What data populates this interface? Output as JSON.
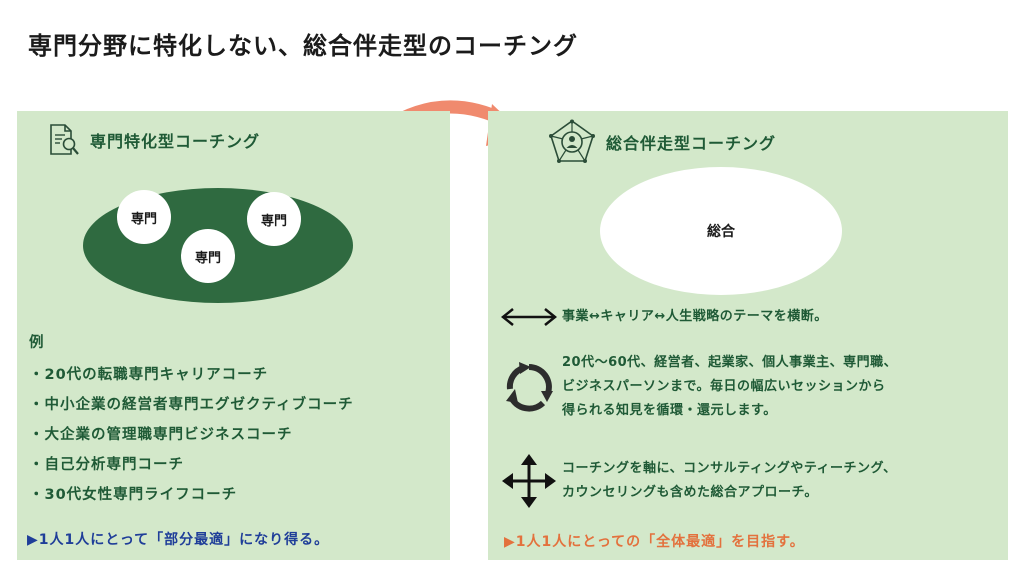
{
  "title": "専門分野に特化しない、総合伴走型のコーチング",
  "left": {
    "header": "専門特化型コーチング",
    "header_icon": "document-search-icon",
    "bubbles": [
      "専門",
      "専門",
      "専門"
    ],
    "examples_heading": "例",
    "examples": [
      "・20代の転職専門キャリアコーチ",
      "・中小企業の経営者専門エグゼクティブコーチ",
      "・大企業の管理職専門ビジネスコーチ",
      "・自己分析専門コーチ",
      "・30代女性専門ライフコーチ"
    ],
    "footer": "▶1人1人にとって「部分最適」になり得る。"
  },
  "right": {
    "header": "総合伴走型コーチング",
    "header_icon": "person-network-icon",
    "center_label": "総合",
    "features": [
      {
        "icon": "double-arrow-icon",
        "lines": [
          "事業↔キャリア↔人生戦略のテーマを横断。"
        ]
      },
      {
        "icon": "cycle-arrows-icon",
        "lines": [
          "20代〜60代、経営者、起業家、個人事業主、専門職、",
          "ビジネスパーソンまで。毎日の幅広いセッションから",
          "得られる知見を循環・還元します。"
        ]
      },
      {
        "icon": "four-way-arrows-icon",
        "lines": [
          "コーチングを軸に、コンサルティングやティーチング、",
          "カウンセリングも含めた総合アプローチ。"
        ]
      }
    ],
    "footer": "▶1人1人にとっての「全体最適」を目指す。"
  },
  "colors": {
    "panel_bg": "#d3e8ca",
    "dark_green": "#2f6a40",
    "text_green": "#1f5a36",
    "blue": "#1f3e99",
    "orange": "#e3713d",
    "arrow_coral": "#f08a6e"
  }
}
